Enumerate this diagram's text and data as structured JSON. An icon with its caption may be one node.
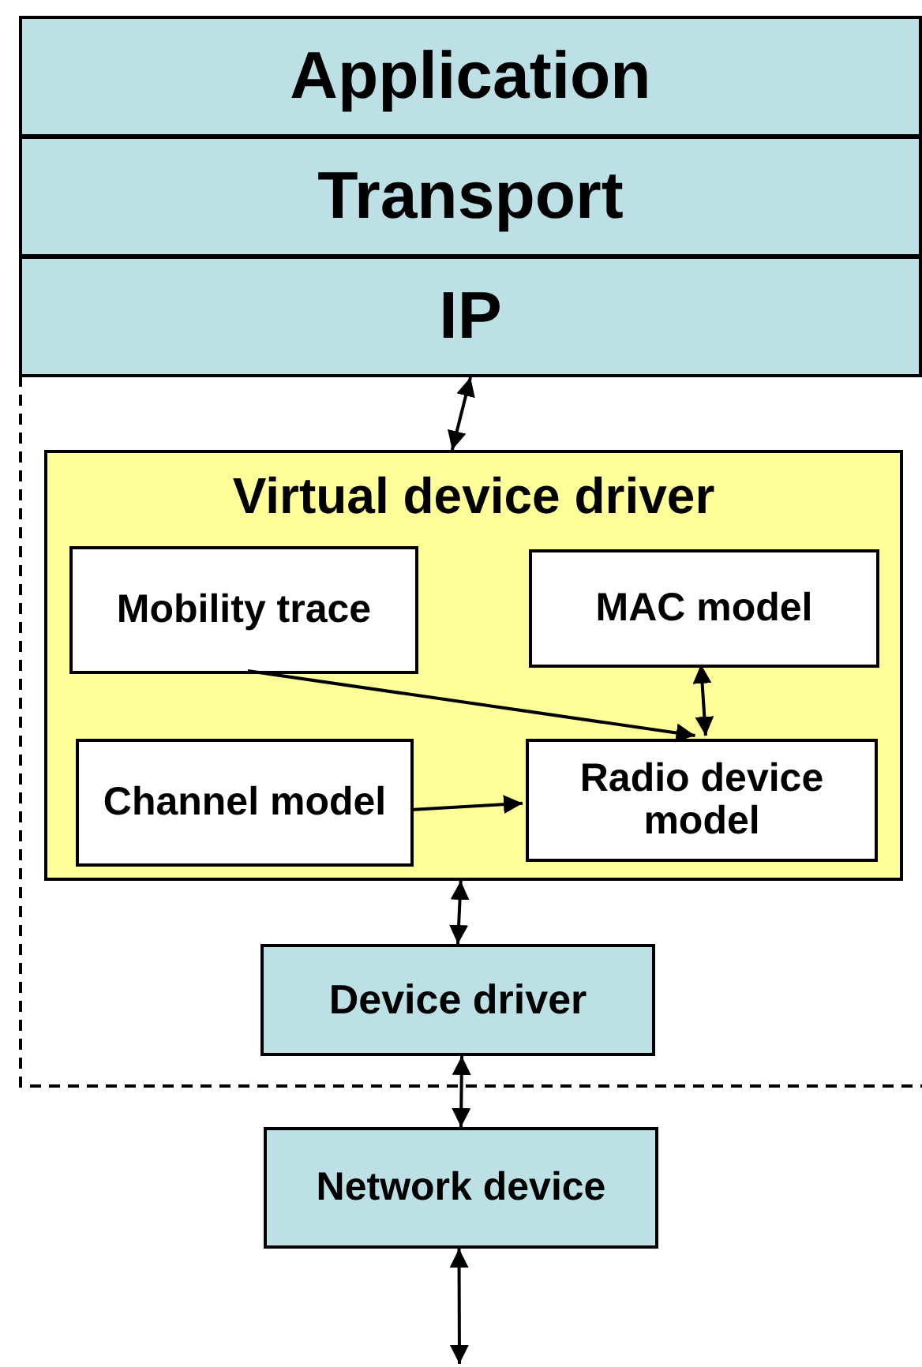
{
  "diagram": {
    "nodes": [
      {
        "text": [
          "Application"
        ]
      },
      {
        "text": [
          "Transport"
        ]
      },
      {
        "text": [
          "IP"
        ]
      },
      {
        "text": [
          "Virtual device driver"
        ]
      },
      {
        "text": [
          "Mobility trace"
        ],
        "in": 3
      },
      {
        "text": [
          "MAC model"
        ],
        "in": 3
      },
      {
        "text": [
          "Channel model"
        ],
        "in": 3
      },
      {
        "text": [
          "Radio device model"
        ],
        "in": 3
      },
      {
        "text": [
          "Device driver"
        ]
      },
      {
        "text": [
          "Network device"
        ]
      }
    ],
    "edges": [
      {
        "from": 2,
        "to": 3,
        "arrow": "both"
      },
      {
        "from": 5,
        "to": 7,
        "arrow": "both"
      },
      {
        "from": 4,
        "to": 7,
        "arrow": "to"
      },
      {
        "from": 6,
        "to": 7,
        "arrow": "to"
      },
      {
        "from": 3,
        "to": 8,
        "arrow": "both"
      },
      {
        "from": 8,
        "to": 9,
        "arrow": "both"
      },
      {
        "from": 9,
        "to": null,
        "arrow": "both"
      }
    ]
  }
}
